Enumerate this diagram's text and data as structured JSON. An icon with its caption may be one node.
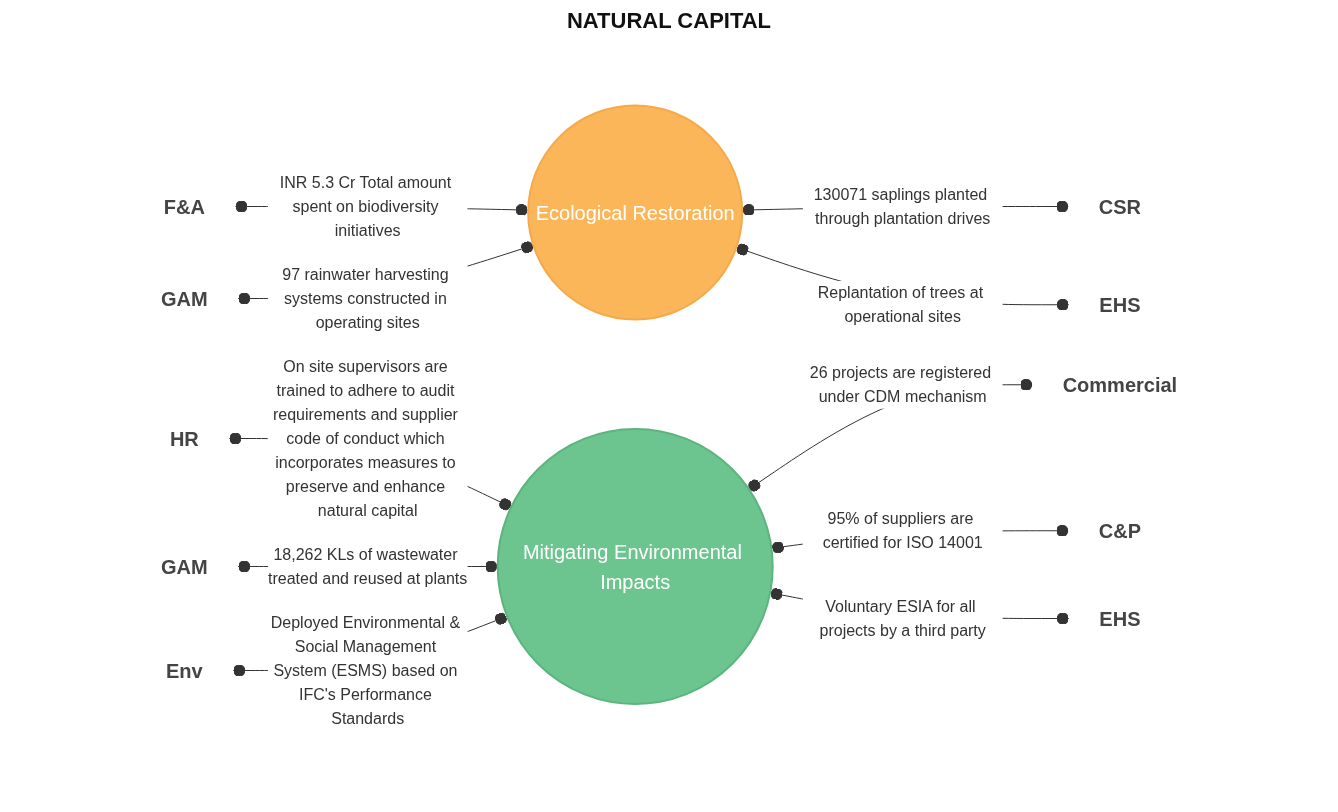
{
  "diagram": {
    "title": "NATURAL CAPITAL",
    "nodes": [
      {
        "text": [
          "F&A"
        ]
      },
      {
        "text": [
          "Ecological Restoration"
        ]
      },
      {
        "text": [
          "CSR"
        ]
      },
      {
        "text": [
          "GAM"
        ]
      },
      {
        "text": [
          "EHS"
        ]
      },
      {
        "text": [
          "HR"
        ]
      },
      {
        "text": [
          "Mitigating Environmental Impacts"
        ]
      },
      {
        "text": [
          "Commercial"
        ]
      },
      {
        "text": [
          "GAM"
        ]
      },
      {
        "text": [
          "C&P"
        ]
      },
      {
        "text": [
          "Env"
        ]
      },
      {
        "text": [
          "EHS"
        ]
      }
    ],
    "edges": [
      {
        "from": 0,
        "to": 1,
        "arrow": "other",
        "label": "INR 5.3 Cr Total amount spent on biodiversity initiatives"
      },
      {
        "from": 1,
        "to": 2,
        "arrow": "other",
        "label": "130071 saplings planted through plantation drives"
      },
      {
        "from": 3,
        "to": 1,
        "arrow": "other",
        "label": "97 rainwater harvesting systems constructed in operating sites"
      },
      {
        "from": 1,
        "to": 4,
        "arrow": "other",
        "label": "Replantation of trees at operational sites"
      },
      {
        "from": 5,
        "to": 6,
        "arrow": "other",
        "label": "On site supervisors are trained to adhere to audit requirements and supplier code of conduct which incorporates measures to preserve and enhance natural capital"
      },
      {
        "from": 6,
        "to": 7,
        "arrow": "other",
        "label": "26 projects are registered under CDM mechanism"
      },
      {
        "from": 8,
        "to": 6,
        "arrow": "other",
        "label": "18,262 KLs of wastewater treated and reused at plants"
      },
      {
        "from": 6,
        "to": 9,
        "arrow": "other",
        "label": "95% of suppliers are certified for ISO 14001"
      },
      {
        "from": 10,
        "to": 6,
        "arrow": "other",
        "label": "Deployed Environmental & Social Management System (ESMS) based on IFC's Performance Standards"
      },
      {
        "from": 6,
        "to": 11,
        "arrow": "other",
        "label": "Voluntary ESIA for all projects by a third party"
      }
    ]
  }
}
